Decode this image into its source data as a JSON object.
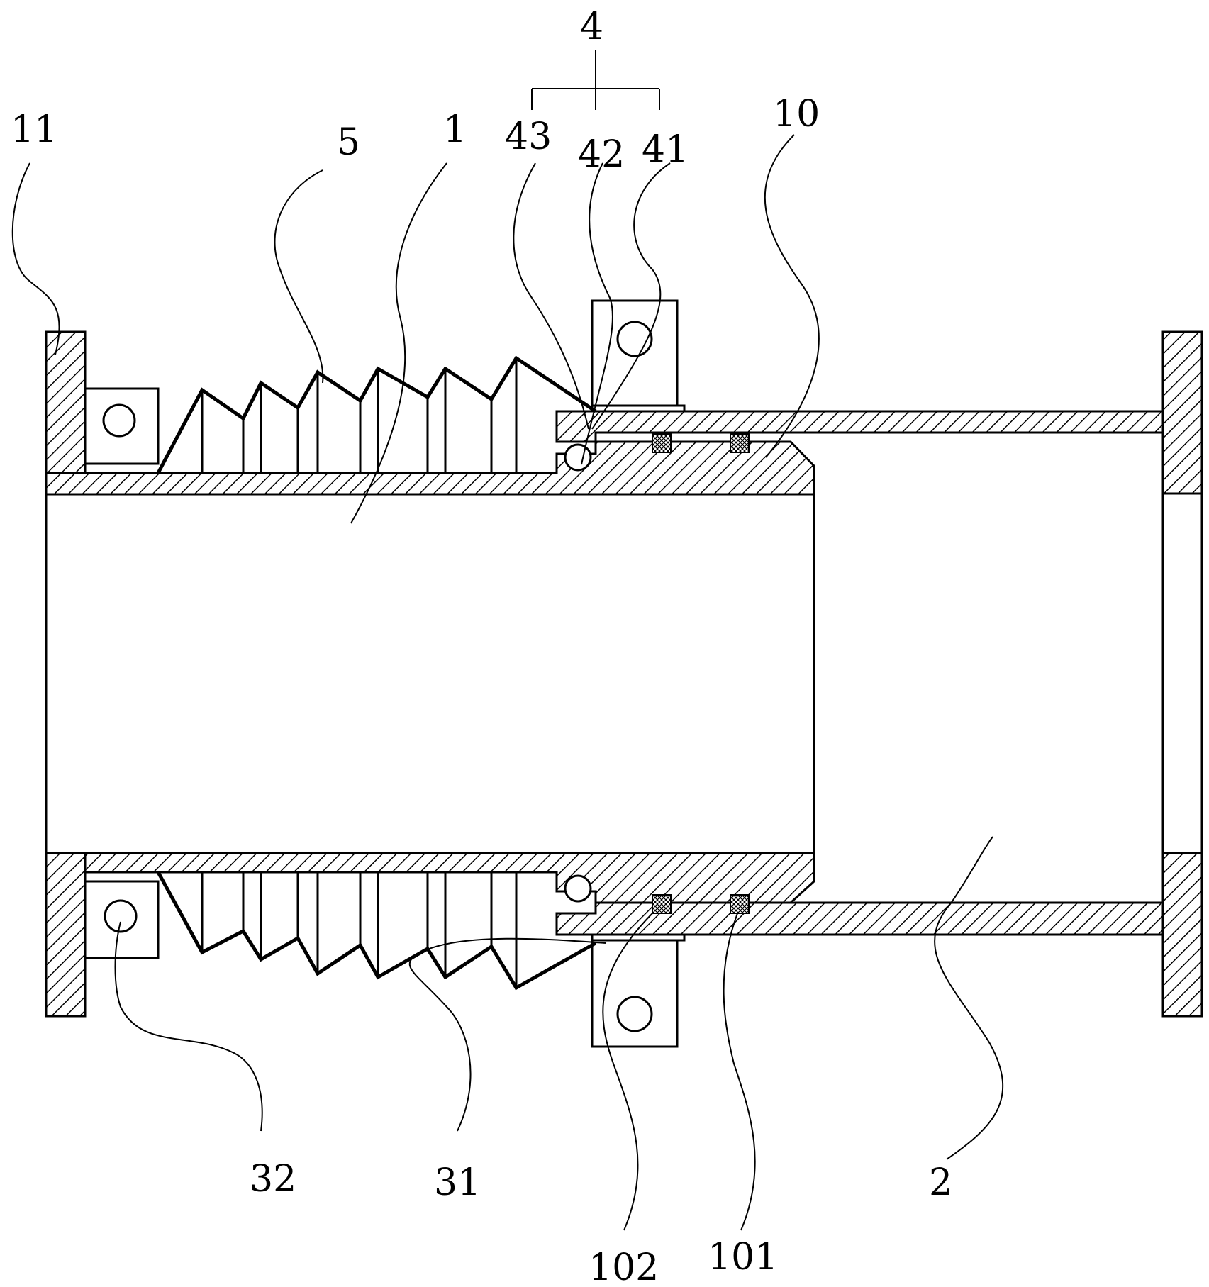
{
  "labels": {
    "l11": "11",
    "l5": "5",
    "l1": "1",
    "l4": "4",
    "l43": "43",
    "l42": "42",
    "l41": "41",
    "l10": "10",
    "l32": "32",
    "l31": "31",
    "l2": "2",
    "l102": "102",
    "l101": "101"
  }
}
